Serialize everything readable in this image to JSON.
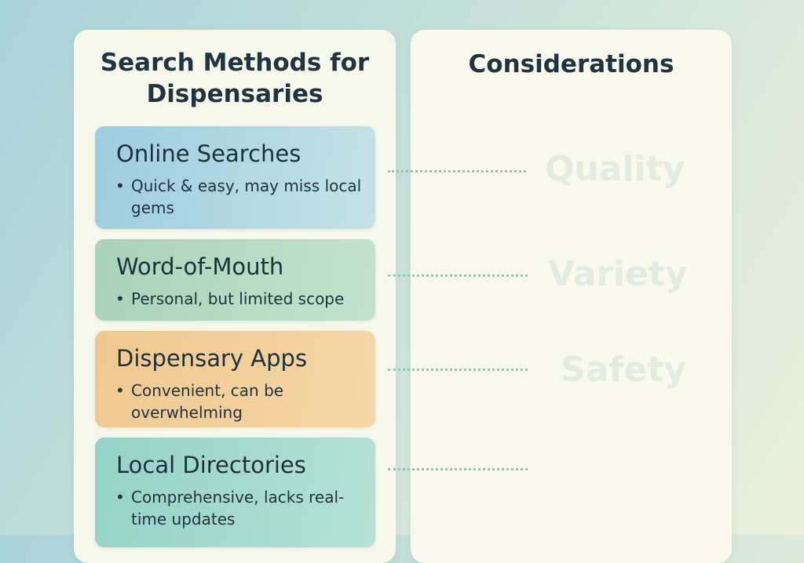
{
  "left_panel": {
    "title": "Search Methods for Dispensaries"
  },
  "right_panel": {
    "title": "Considerations"
  },
  "methods": [
    {
      "title": "Online Searches",
      "bullet": "•",
      "description": "Quick & easy, may miss local gems",
      "color": "#9dcde0"
    },
    {
      "title": "Word-of-Mouth",
      "bullet": "•",
      "description": "Personal, but limited scope",
      "color": "#a9d3b9"
    },
    {
      "title": "Dispensary Apps",
      "bullet": "•",
      "description": "Convenient, can be overwhelming",
      "color": "#efc890"
    },
    {
      "title": "Local Directories",
      "bullet": "•",
      "description": "Comprehensive, lacks real-time updates",
      "color": "#95d2c7"
    }
  ],
  "considerations": [
    "Quality",
    "Variety",
    "Safety"
  ],
  "connector_color": "#8cc7b6"
}
